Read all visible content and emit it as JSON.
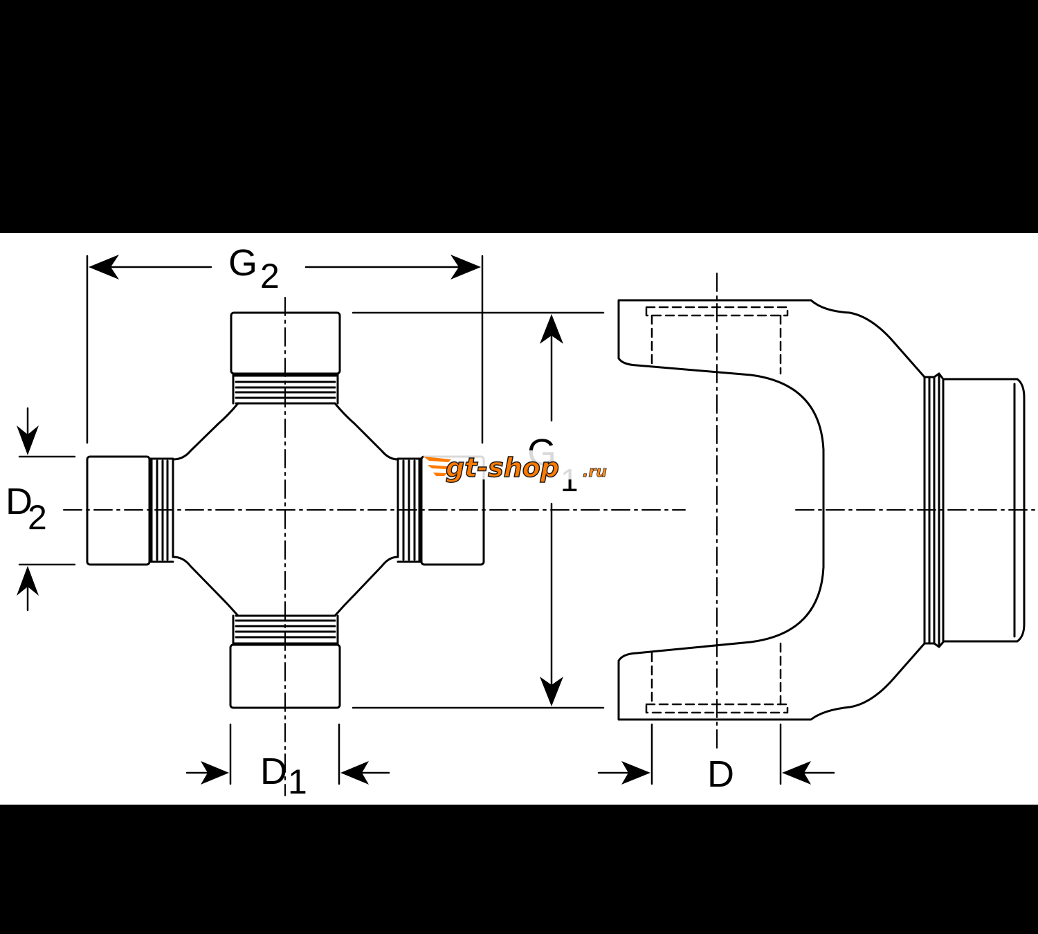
{
  "labels": {
    "g2_main": "G",
    "g2_sub": "2",
    "d2_main": "D",
    "d2_sub": "2",
    "d1_main": "D",
    "d1_sub": "1",
    "d_main": "D",
    "g_hidden_main": "G",
    "g_hidden_sub": "1"
  },
  "watermark": {
    "brand": "gt-shop",
    "tld": ".ru",
    "colors": {
      "brand": "#FF7A00",
      "outline": "#1a1a1a",
      "tld": "#FF8C1A"
    }
  },
  "colors": {
    "background_band": "#000000",
    "drawing_area": "#FFFFFF",
    "line": "#000000"
  }
}
